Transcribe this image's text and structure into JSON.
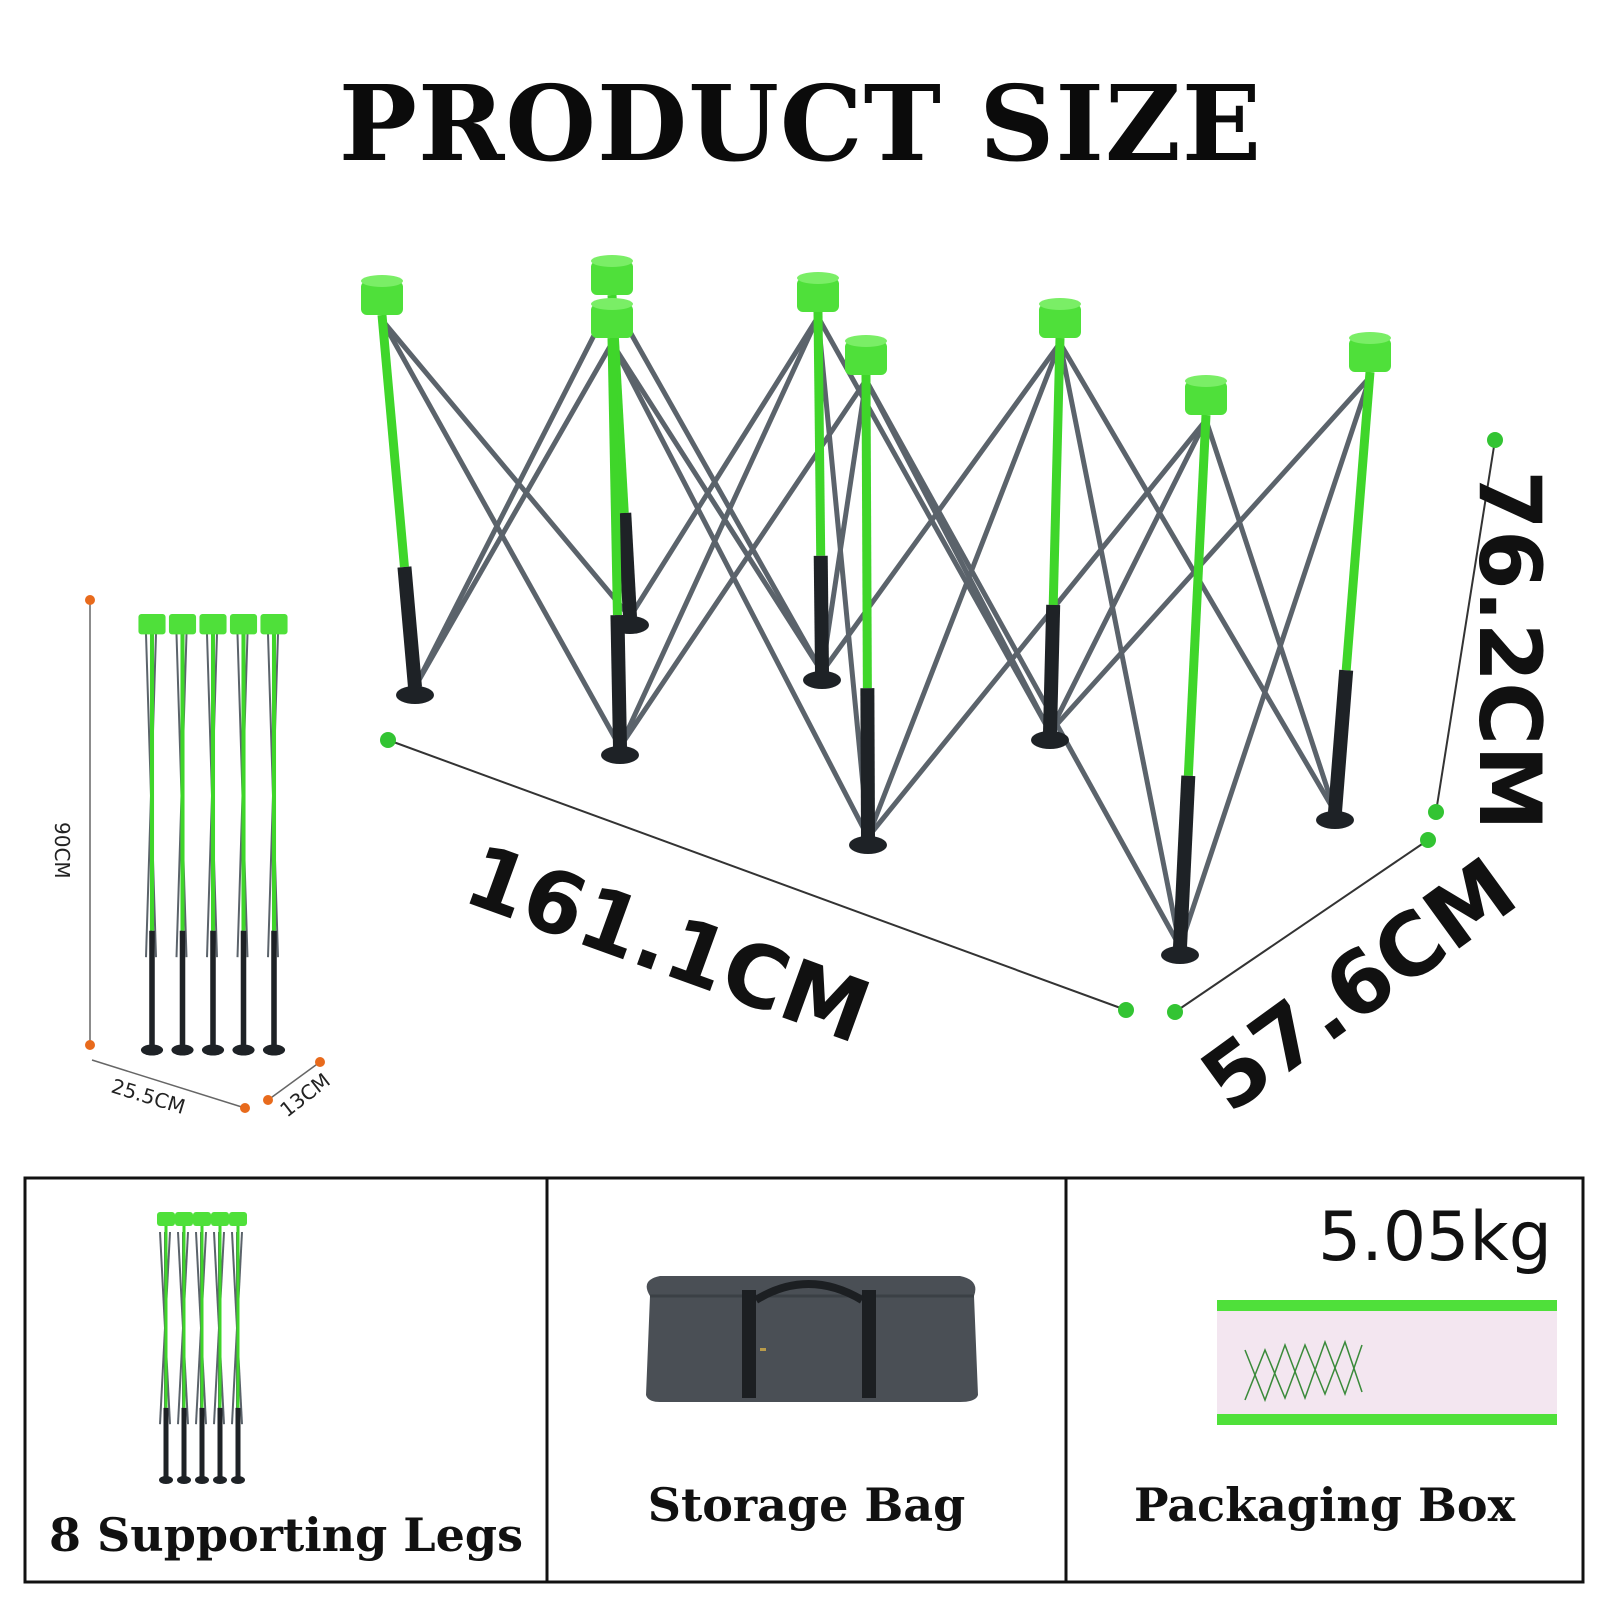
{
  "title": "PRODUCT SIZE",
  "open_dimensions": {
    "length": "161.1CM",
    "width": "57.6CM",
    "height": "76.2CM"
  },
  "folded_dimensions": {
    "height": "90CM",
    "length": "25.5CM",
    "width": "13CM"
  },
  "accessories": [
    {
      "label": "8 Supporting Legs"
    },
    {
      "label": "Storage Bag"
    },
    {
      "label": "Packaging Box",
      "weight": "5.05kg"
    }
  ],
  "colors": {
    "frame_green": "#3fd62a",
    "cap_green": "#4fe03a",
    "steel_gray": "#5b636b",
    "foot_black": "#1e2226",
    "dimension_dot_green": "#33c433",
    "dimension_dot_orange": "#e86a1c",
    "bag_gray": "#4a4f55",
    "box_pink": "#f3e6f0"
  }
}
